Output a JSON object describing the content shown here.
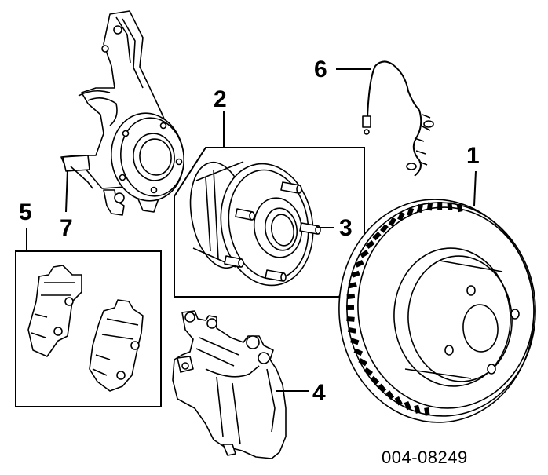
{
  "diagram": {
    "part_number": "004-08249",
    "callouts": {
      "rotor": "1",
      "hub_bearing": "2",
      "wheel_stud": "3",
      "caliper": "4",
      "brake_pads": "5",
      "brake_hose": "6",
      "knuckle": "7"
    }
  }
}
